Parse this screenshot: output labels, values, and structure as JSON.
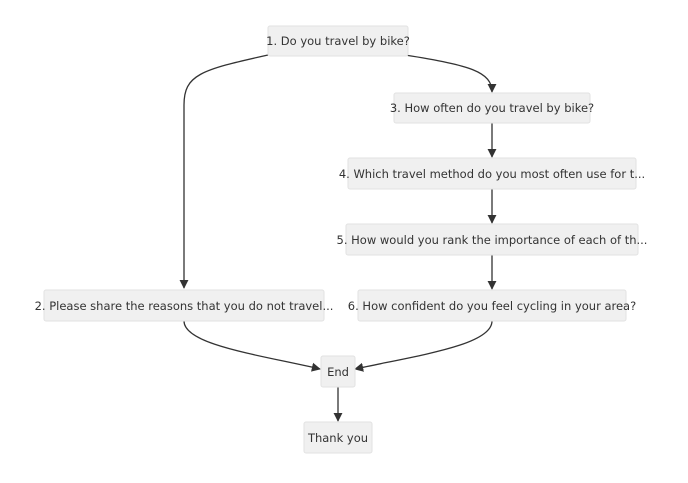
{
  "nodes": {
    "q1": "1. Do you travel by bike?",
    "q2": "2. Please share the reasons that you do not travel...",
    "q3": "3. How often do you travel by bike?",
    "q4": "4. Which travel method do you most often use for t...",
    "q5": "5. How would you rank the importance of each of th...",
    "q6": "6. How confident do you feel cycling in your area?",
    "end": "End",
    "thanks": "Thank you"
  },
  "colors": {
    "node_fill": "#f0f0f0",
    "edge": "#333333",
    "text": "#333333"
  }
}
